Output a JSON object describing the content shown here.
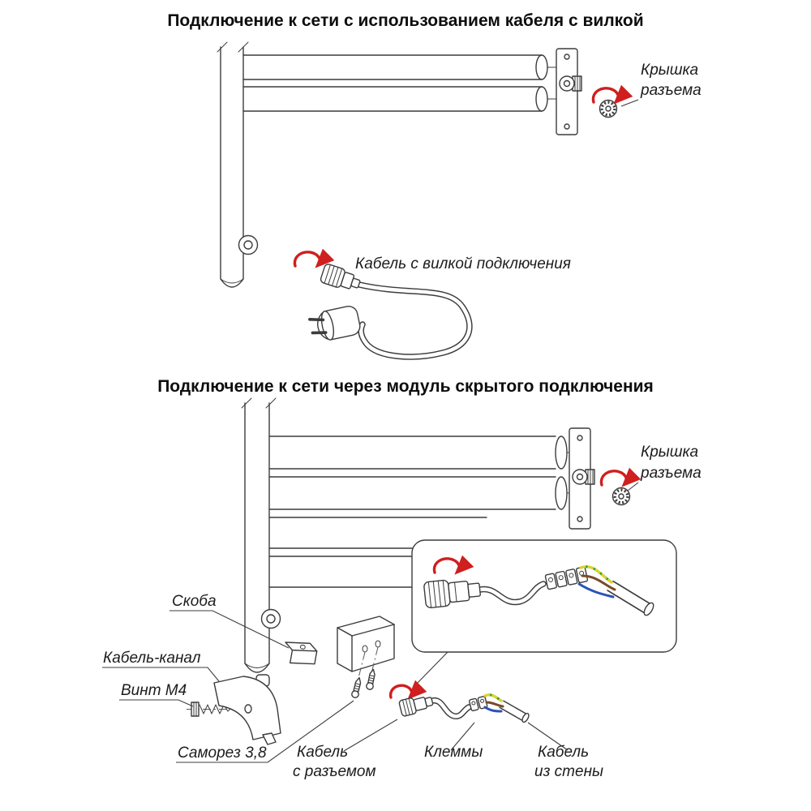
{
  "colors": {
    "line": "#3c3c3c",
    "arrow_red": "#cf1f1f",
    "wire_blue": "#2a52b8",
    "wire_brown": "#7a4a26",
    "wire_green": "#2f9e2f",
    "wire_yellow": "#e8d020"
  },
  "section_plug": {
    "title": "Подключение к сети с использованием кабеля с вилкой",
    "labels": {
      "cap_line1": "Крышка",
      "cap_line2": "разъема",
      "cable_with_plug": "Кабель с вилкой подключения"
    }
  },
  "section_module": {
    "title": "Подключение к сети через модуль скрытого подключения",
    "labels": {
      "cap_line1": "Крышка",
      "cap_line2": "разъема",
      "bracket": "Скоба",
      "cable_channel": "Кабель-канал",
      "screw_m4": "Винт М4",
      "self_tapping_screw": "Саморез 3,8",
      "cable_with_connector_line1": "Кабель",
      "cable_with_connector_line2": "с разъемом",
      "terminals": "Клеммы",
      "wall_cable_line1": "Кабель",
      "wall_cable_line2": "из стены"
    }
  }
}
